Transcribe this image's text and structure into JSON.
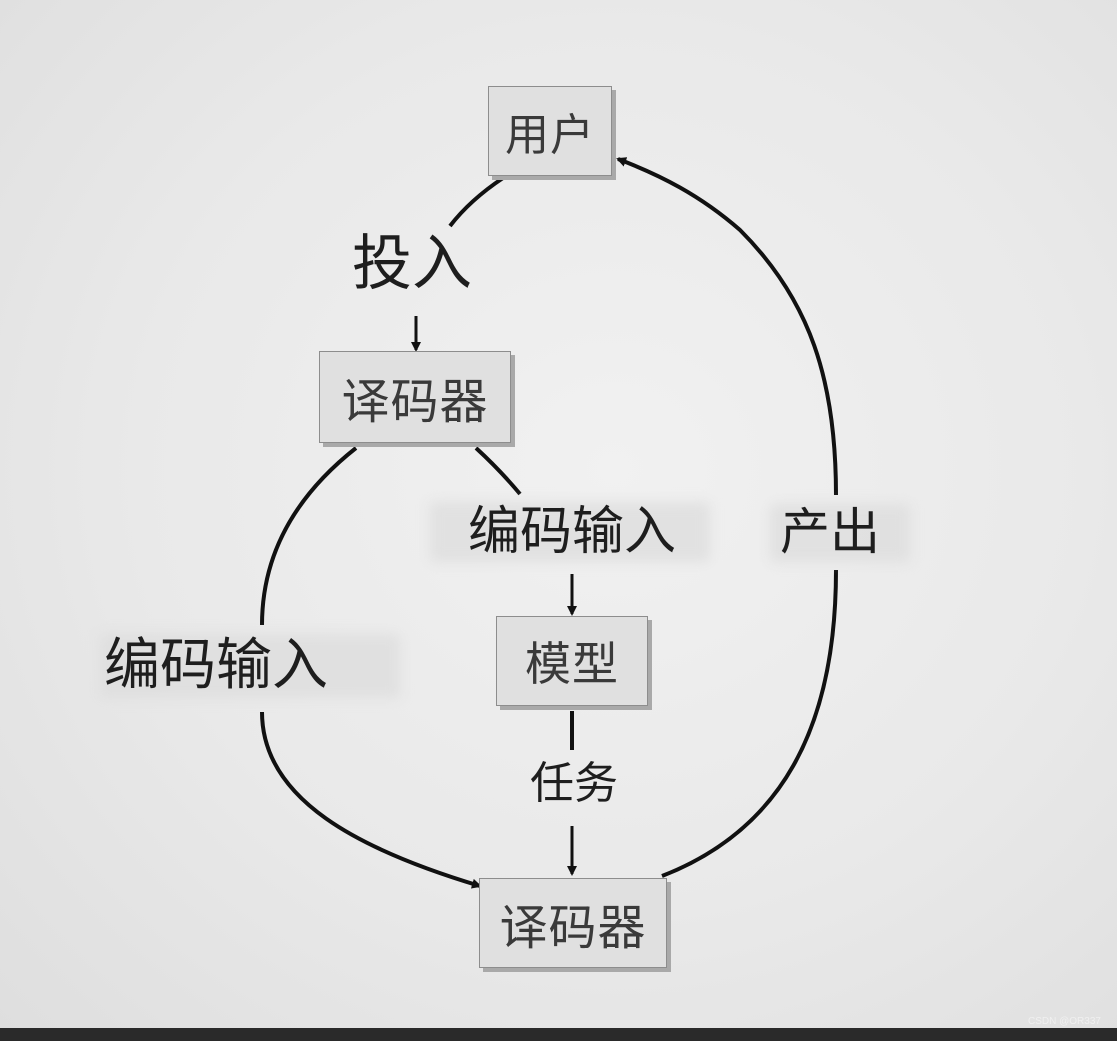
{
  "diagram": {
    "nodes": {
      "user": "用户",
      "decoder_top": "译码器",
      "model": "模型",
      "decoder_bottom": "译码器"
    },
    "edge_labels": {
      "input": "投入",
      "encoded_input_right": "编码输入",
      "encoded_input_left": "编码输入",
      "task": "任务",
      "output": "产出"
    },
    "colors": {
      "line": "#111111",
      "node_fill": "#e0e0e0",
      "node_border": "#8d8d8d",
      "background": "#eaeaea"
    }
  },
  "watermark": "CSDN @OR337"
}
